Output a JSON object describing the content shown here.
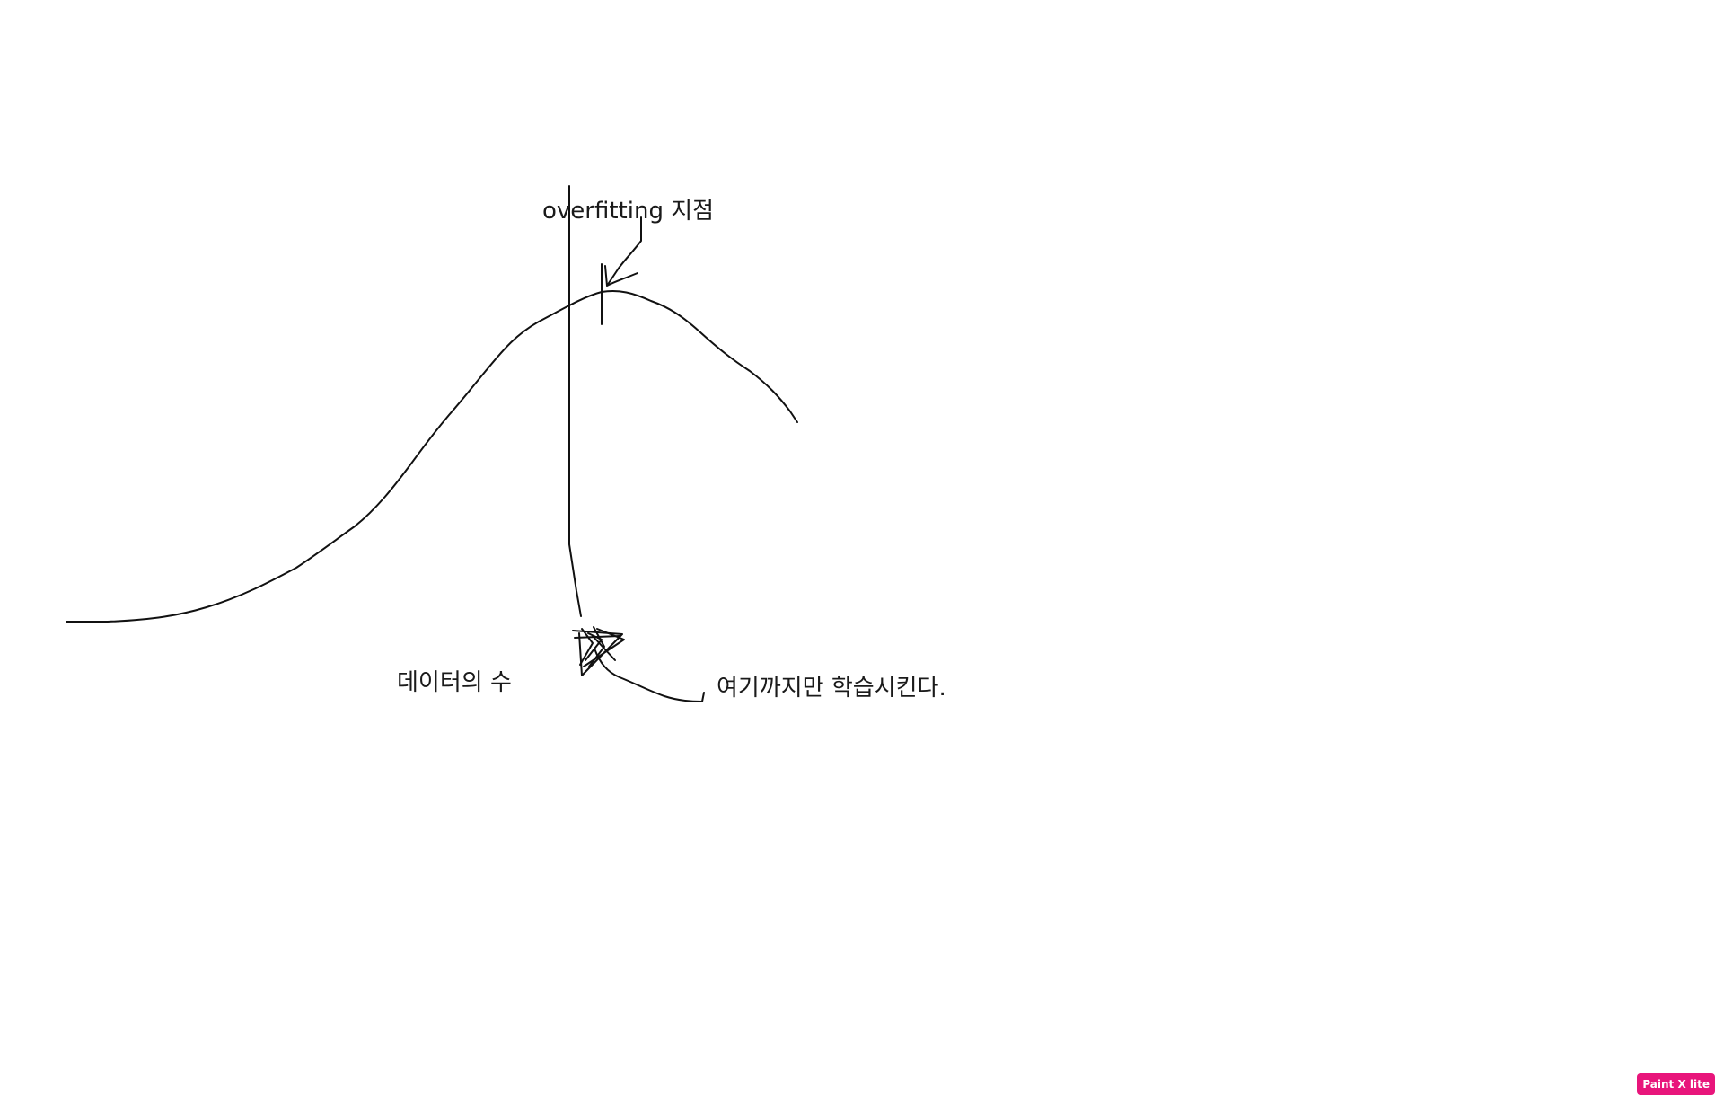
{
  "annotations": {
    "overfitting_point": "overfitting 지점",
    "data_count": "데이터의 수",
    "train_until_here": "여기까지만 학습시킨다."
  },
  "badge": {
    "label": "Paint X lite"
  },
  "colors": {
    "ink": "#1a1a1a",
    "background": "#ffffff",
    "badge": "#e8157b"
  }
}
